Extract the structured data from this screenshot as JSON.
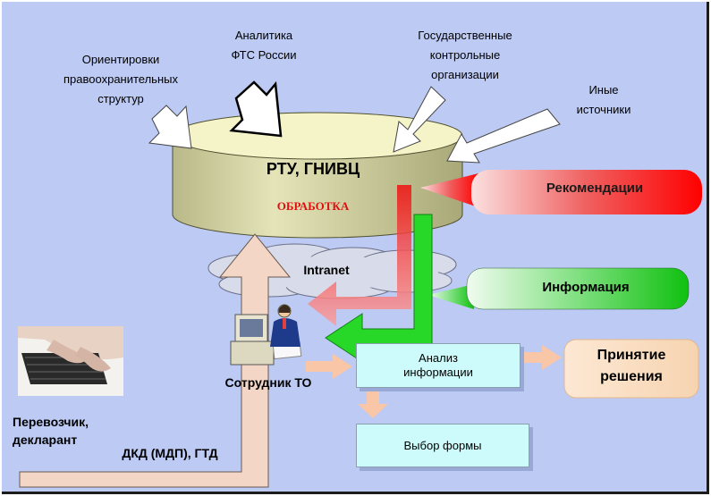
{
  "sources": {
    "law_enforcement": "Ориентировки\nправоохранительных\nструктур",
    "fts_analytics": "Аналитика\nФТС России",
    "state_control": "Государственные\nконтрольные\nорганизации",
    "other": "Иные\nисточники"
  },
  "cylinder": {
    "title": "РТУ, ГНИВЦ",
    "subtitle": "ОБРАБОТКА"
  },
  "network_label": "Intranet",
  "recommendations_label": "Рекомендации",
  "information_label": "Информация",
  "officer_label": "Сотрудник ТО",
  "boxes": {
    "analysis": "Анализ\nинформации",
    "form_choice": "Выбор формы",
    "decision": "Принятие\nрешения"
  },
  "carrier_label": "Перевозчик,\nдекларант",
  "documents_label": "ДКД (МДП), ГТД",
  "colors": {
    "background": "#bccaf4",
    "cylinder": "#d8d8a8",
    "red_arrow": "#f01010",
    "green_arrow": "#20d020",
    "box": "#cdfbfb",
    "decision_box": "#fbe2c6",
    "flow_arrow": "#f9c6a8"
  }
}
